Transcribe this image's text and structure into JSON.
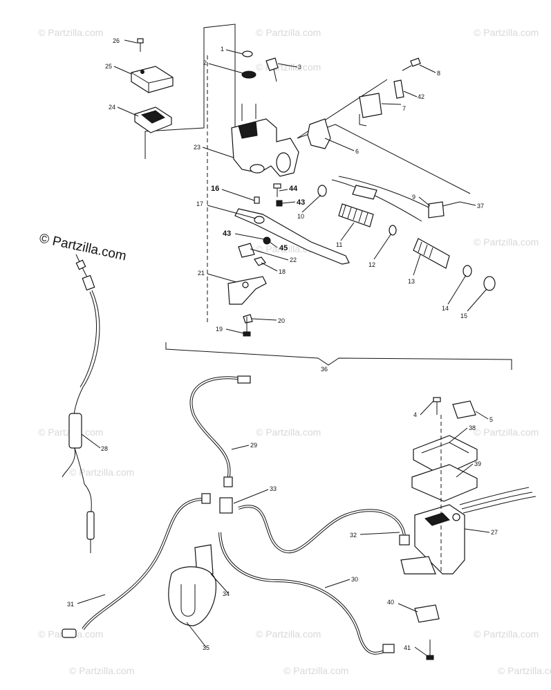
{
  "watermarks": {
    "faint": "© Partzilla.com",
    "main": "© Partzilla.com"
  },
  "callouts": {
    "c1": "1",
    "c2": "2",
    "c3": "3",
    "c4": "4",
    "c5": "5",
    "c6": "6",
    "c7": "7",
    "c8": "8",
    "c9": "9",
    "c10": "10",
    "c11": "11",
    "c12": "12",
    "c13": "13",
    "c14": "14",
    "c15": "15",
    "c16": "16",
    "c17": "17",
    "c18": "18",
    "c19": "19",
    "c20": "20",
    "c21": "21",
    "c22": "22",
    "c23": "23",
    "c24": "24",
    "c25": "25",
    "c26": "26",
    "c27": "27",
    "c28": "28",
    "c29": "29",
    "c30": "30",
    "c31": "31",
    "c32": "32",
    "c33": "33",
    "c34": "34",
    "c35": "35",
    "c36": "36",
    "c37": "37",
    "c38": "38",
    "c39": "39",
    "c40": "40",
    "c41": "41",
    "c42": "42",
    "c43a": "43",
    "c43b": "43",
    "c44": "44",
    "c45": "45"
  },
  "colors": {
    "ink": "#111111",
    "paper": "#ffffff",
    "watermark": "#d8d8d8"
  }
}
